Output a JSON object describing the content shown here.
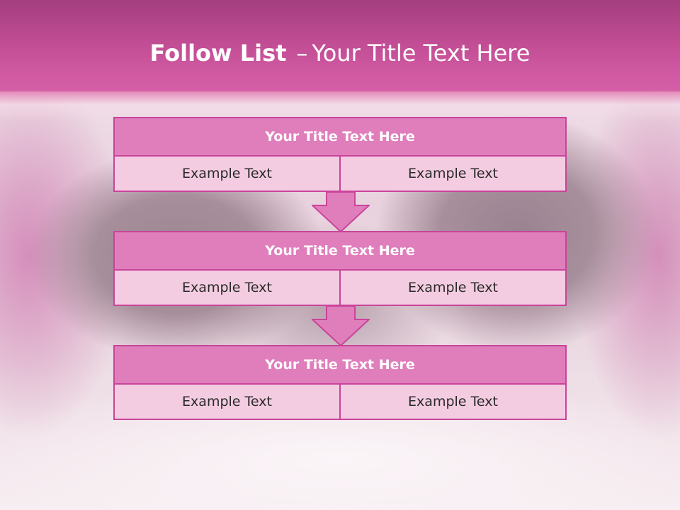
{
  "slide": {
    "title_bold": "Follow List",
    "title_dash": "–",
    "title_rest": "Your Title Text Here"
  },
  "blocks": [
    {
      "heading": "Your Title Text Here",
      "left": "Example Text",
      "right": "Example Text"
    },
    {
      "heading": "Your Title Text Here",
      "left": "Example Text",
      "right": "Example Text"
    },
    {
      "heading": "Your Title Text Here",
      "left": "Example Text",
      "right": "Example Text"
    }
  ],
  "colors": {
    "header": "#c04c93",
    "block_heading": "#e07ebc",
    "block_cell": "#f4cce1",
    "border": "#c9449a"
  },
  "icons": [
    "down-arrow-icon",
    "down-arrow-icon"
  ]
}
